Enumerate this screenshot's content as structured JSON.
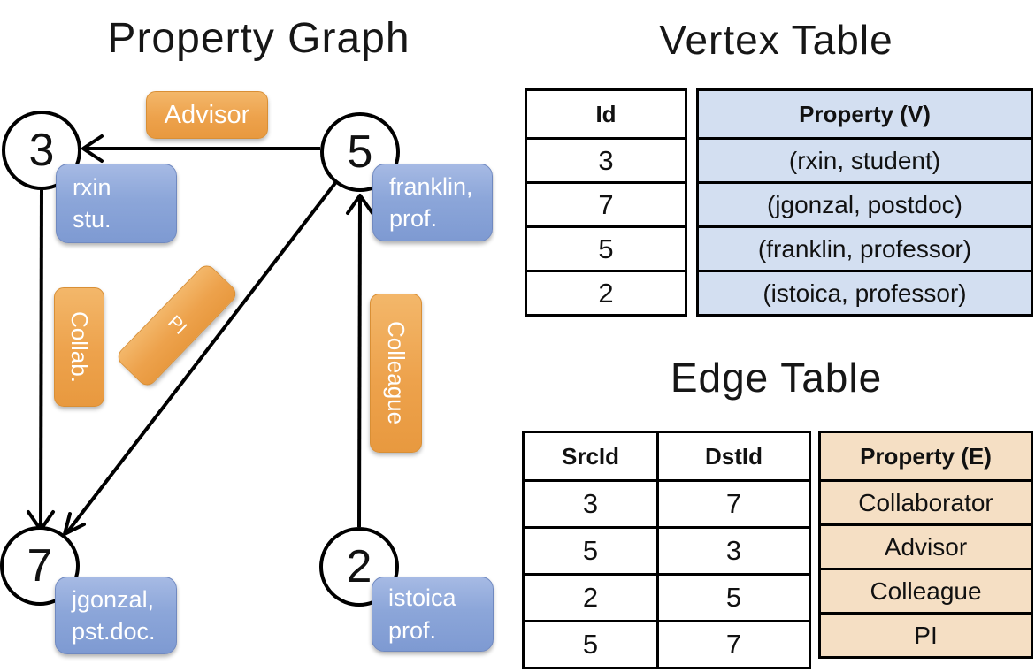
{
  "colors": {
    "edge_label_orange_top": "#f3b76a",
    "edge_label_orange_bottom": "#e8993f",
    "vertex_box_blue_top": "#a6bae4",
    "vertex_box_blue_bottom": "#7e9ad2",
    "vertex_property_cell_fill": "#d3dff1",
    "edge_property_cell_fill": "#f5dfc4",
    "edge_line_color": "#000000",
    "text_on_pills": "#ffffff"
  },
  "graph": {
    "title": "Property Graph",
    "nodes": [
      {
        "id": "3",
        "property_lines": [
          "rxin",
          "stu."
        ]
      },
      {
        "id": "5",
        "property_lines": [
          "franklin,",
          "prof."
        ]
      },
      {
        "id": "7",
        "property_lines": [
          "jgonzal,",
          "pst.doc."
        ]
      },
      {
        "id": "2",
        "property_lines": [
          "istoica",
          "prof."
        ]
      }
    ],
    "edge_labels": {
      "advisor": "Advisor",
      "collab": "Collab.",
      "pi": "PI",
      "colleague": "Colleague"
    }
  },
  "vertex_table": {
    "title": "Vertex Table",
    "headers": {
      "id": "Id",
      "property": "Property (V)"
    },
    "rows": [
      {
        "id": "3",
        "property": "(rxin, student)"
      },
      {
        "id": "7",
        "property": "(jgonzal, postdoc)"
      },
      {
        "id": "5",
        "property": "(franklin, professor)"
      },
      {
        "id": "2",
        "property": "(istoica, professor)"
      }
    ]
  },
  "edge_table": {
    "title": "Edge Table",
    "headers": {
      "src": "SrcId",
      "dst": "DstId",
      "property": "Property (E)"
    },
    "rows": [
      {
        "src": "3",
        "dst": "7",
        "property": "Collaborator"
      },
      {
        "src": "5",
        "dst": "3",
        "property": "Advisor"
      },
      {
        "src": "2",
        "dst": "5",
        "property": "Colleague"
      },
      {
        "src": "5",
        "dst": "7",
        "property": "PI"
      }
    ]
  }
}
